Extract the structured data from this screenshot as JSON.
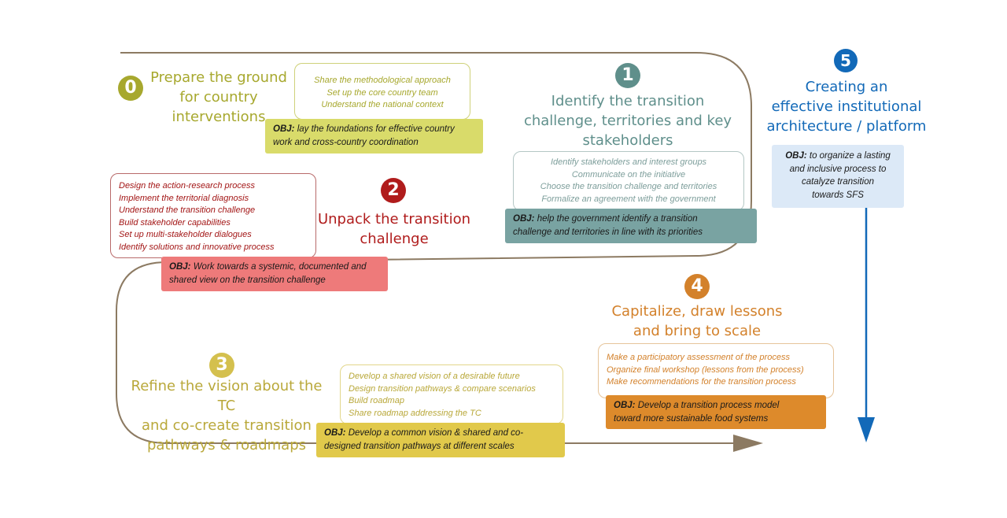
{
  "colors": {
    "step0": "#a7a82e",
    "step1": "#5f8f8b",
    "step2": "#b01c1c",
    "step3": "#d4c04e",
    "step4": "#d3812b",
    "step5": "#1269b8",
    "obj0_bg": "#d9db6a",
    "obj1_bg": "#79a3a2",
    "obj2_bg": "#ee7a7a",
    "obj3_bg": "#e1c94b",
    "obj4_bg": "#dd8a2b",
    "obj5_bg": "#dce9f7",
    "path": "#8c7a62"
  },
  "obj_label": "OBJ:",
  "steps": [
    {
      "number": "0",
      "title": "Prepare the ground\nfor country\ninterventions",
      "activities": [
        "Share the methodological approach",
        "Set up the core country team",
        "Understand the national context"
      ],
      "objective_lines": [
        "lay the foundations for effective country",
        "work and cross-country coordination"
      ]
    },
    {
      "number": "1",
      "title": "Identify the transition\nchallenge, territories and key\nstakeholders",
      "activities": [
        "Identify stakeholders and interest groups",
        "Communicate on the initiative",
        "Choose the transition challenge and territories",
        "Formalize an agreement with the government"
      ],
      "objective_lines": [
        "help the government identify a transition",
        "challenge and territories in line with its priorities"
      ]
    },
    {
      "number": "2",
      "title": "Unpack the transition\nchallenge",
      "activities": [
        "Design the action-research process",
        "Implement the territorial diagnosis",
        "Understand the transition challenge",
        "Build stakeholder capabilities",
        "Set up multi-stakeholder dialogues",
        "Identify solutions and innovative process"
      ],
      "objective_lines": [
        "Work towards a systemic, documented and",
        "shared view on the transition challenge"
      ]
    },
    {
      "number": "3",
      "title": "Refine the vision about the TC\nand co-create transition\npathways & roadmaps",
      "activities": [
        "Develop a shared vision of a desirable future",
        "Design transition pathways & compare scenarios",
        "Build roadmap",
        "Share roadmap addressing the TC"
      ],
      "objective_lines": [
        "Develop a common vision & shared and co-",
        "designed transition pathways at different scales"
      ]
    },
    {
      "number": "4",
      "title": "Capitalize, draw lessons\nand bring to scale",
      "activities": [
        "Make a participatory assessment of the process",
        "Organize final workshop (lessons from the process)",
        "Make recommendations for the transition process"
      ],
      "objective_lines": [
        "Develop a transition process model",
        "toward more sustainable food systems"
      ]
    },
    {
      "number": "5",
      "title": "Creating an\neffective institutional\narchitecture / platform",
      "objective_lines": [
        "to organize a lasting",
        "and inclusive process to",
        "catalyze transition",
        "towards SFS"
      ]
    }
  ]
}
